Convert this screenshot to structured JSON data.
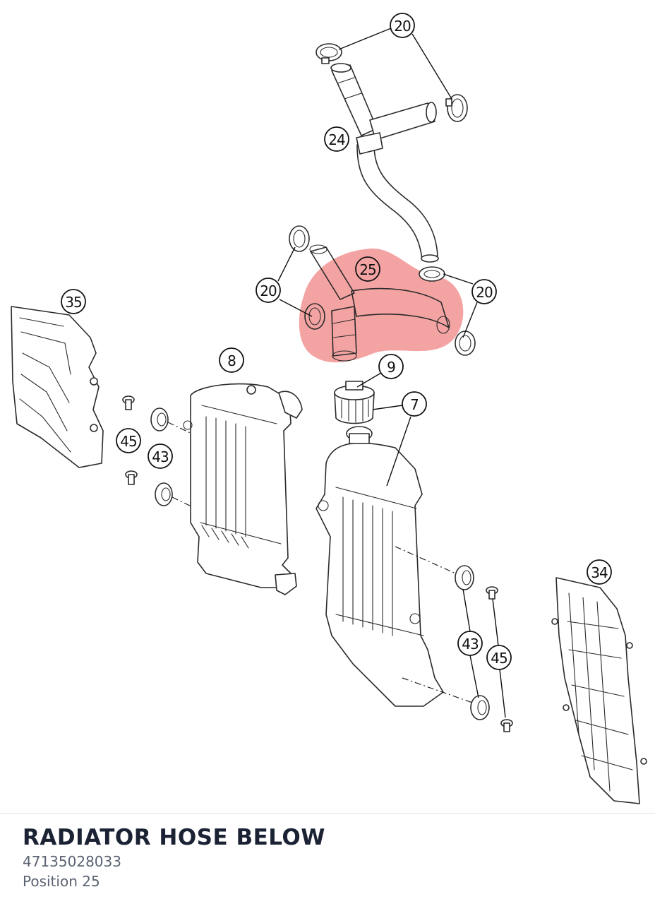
{
  "diagram": {
    "highlight_color": "#f08080",
    "highlighted_position": "25",
    "callouts": {
      "c20a": "20",
      "c24": "24",
      "c20b": "20",
      "c25": "25",
      "c20c": "20",
      "c35": "35",
      "c8": "8",
      "c9": "9",
      "c7": "7",
      "c45a": "45",
      "c43a": "43",
      "c34": "34",
      "c43b": "43",
      "c45b": "45"
    }
  },
  "part": {
    "title": "RADIATOR HOSE BELOW",
    "number": "47135028033",
    "position": "Position 25"
  }
}
